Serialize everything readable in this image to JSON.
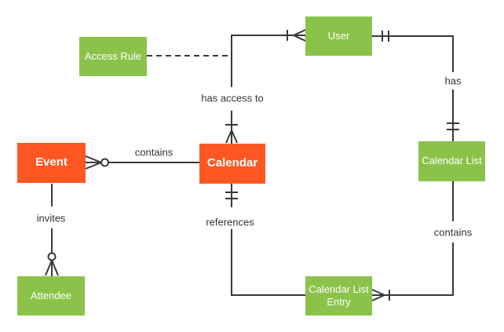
{
  "colors": {
    "background": "#ffffff",
    "entity_green": "#8bc34a",
    "entity_orange": "#ff5722",
    "entity_text": "#ffffff",
    "line": "#383838",
    "label_text": "#333333"
  },
  "entities": {
    "event": {
      "label": "Event"
    },
    "calendar": {
      "label": "Calendar"
    },
    "user": {
      "label": "User"
    },
    "access_rule": {
      "label": "Access Rule"
    },
    "calendar_list": {
      "label": "Calendar List"
    },
    "calendar_list_entry": {
      "label": "Calendar List Entry"
    },
    "attendee": {
      "label": "Attendee"
    }
  },
  "relationships": {
    "contains_events": {
      "label": "contains",
      "from": "Event",
      "to": "Calendar",
      "event_end": "zero or many",
      "calendar_end": "plain"
    },
    "has_access_to": {
      "label": "has access to",
      "from": "Calendar",
      "to": "User",
      "calendar_end": "one or many",
      "user_end": "one or many"
    },
    "access_rule_link": {
      "from": "Access Rule",
      "to": "has access to",
      "style": "dashed"
    },
    "has": {
      "label": "has",
      "from": "User",
      "to": "Calendar List",
      "user_end": "exactly one",
      "calendar_list_end": "exactly one"
    },
    "references": {
      "label": "references",
      "from": "Calendar",
      "to": "Calendar List Entry",
      "calendar_end": "exactly one",
      "calendar_list_entry_end": "plain"
    },
    "contains_entries": {
      "label": "contains",
      "from": "Calendar List",
      "to": "Calendar List Entry",
      "calendar_list_end": "plain",
      "calendar_list_entry_end": "one or many"
    },
    "invites": {
      "label": "invites",
      "from": "Event",
      "to": "Attendee",
      "event_end": "plain",
      "attendee_end": "zero or many"
    }
  }
}
